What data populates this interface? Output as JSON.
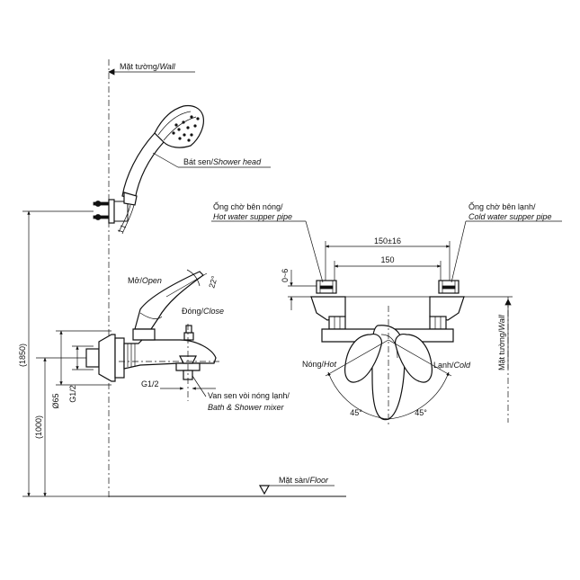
{
  "labels": {
    "wall_top": {
      "vi": "Mặt tường/",
      "en": "Wall"
    },
    "shower_head": {
      "vi": "Bát sen/",
      "en": "Shower head"
    },
    "open": {
      "vi": "Mở/",
      "en": "Open"
    },
    "close": {
      "vi": "Đóng/",
      "en": "Close"
    },
    "mixer": {
      "vi": "Van sen vòi nóng lạnh/",
      "en": "Bath & Shower mixer"
    },
    "hot_pipe": {
      "vi": "Ống chờ bên nóng/",
      "en": "Hot water supper pipe"
    },
    "cold_pipe": {
      "vi": "Ống chờ bên lạnh/",
      "en": "Cold water supper pipe"
    },
    "hot": {
      "vi": "Nóng/",
      "en": "Hot"
    },
    "cold": {
      "vi": "Lạnh/",
      "en": "Cold"
    },
    "wall_side": {
      "vi": "Mặt tường/",
      "en": "Wall"
    },
    "floor": {
      "vi": "Mặt sàn/",
      "en": "Floor"
    }
  },
  "dimensions": {
    "height_total": "(1850)",
    "height_mixer": "(1000)",
    "diameter": "Ø65",
    "thread_vertical": "G1/2",
    "thread_bottom": "G1/2",
    "handle_angle": "22°",
    "center_range": "150±16",
    "center": "150",
    "offset": "0~6",
    "angle_left": "45°",
    "angle_right": "45°"
  }
}
